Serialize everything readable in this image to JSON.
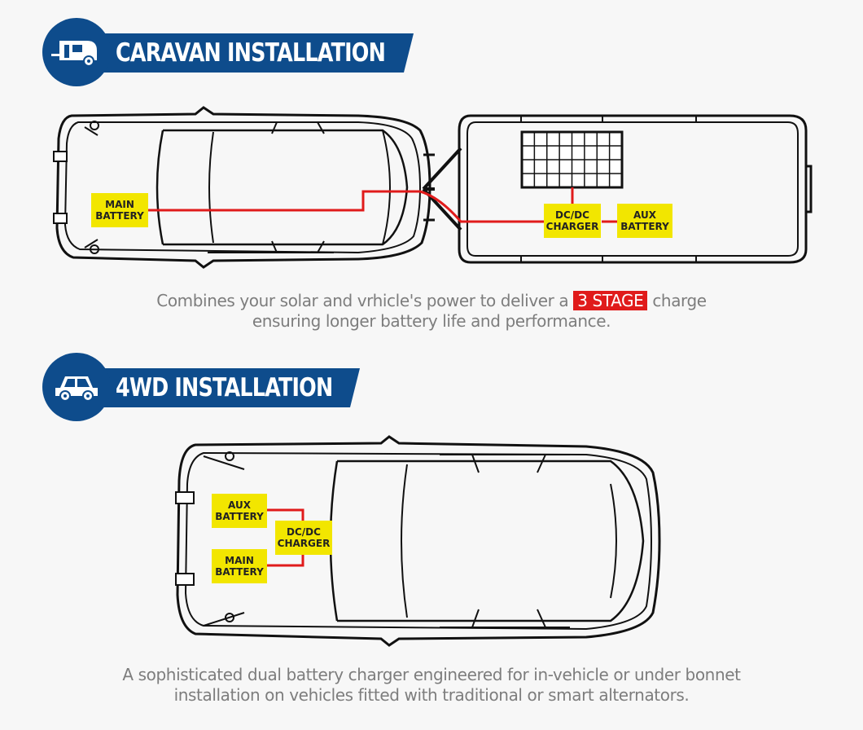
{
  "caravan": {
    "title": "CARAVAN INSTALLATION",
    "icon": "caravan-icon",
    "labels": {
      "main_battery": "MAIN\nBATTERY",
      "dcdc_charger": "DC/DC\nCHARGER",
      "aux_battery": "AUX\nBATTERY"
    },
    "caption": {
      "before": "Combines your solar and vrhicle's power to deliver a ",
      "highlight": "3 STAGE",
      "after": " charge",
      "line2": "ensuring longer battery life and performance."
    }
  },
  "fourwd": {
    "title": "4WD INSTALLATION",
    "icon": "car-icon",
    "labels": {
      "aux_battery": "AUX\nBATTERY",
      "dcdc_charger": "DC/DC\nCHARGER",
      "main_battery": "MAIN\nBATTERY"
    },
    "caption": {
      "line1": "A sophisticated dual battery charger engineered for in-vehicle or under bonnet",
      "line2": "installation on vehicles fitted with traditional or smart alternators."
    }
  },
  "colors": {
    "header_blue": "#0e4c8c",
    "label_yellow": "#f2e600",
    "wire_red": "#e01b1b",
    "caption_gray": "#7d7d7d"
  }
}
